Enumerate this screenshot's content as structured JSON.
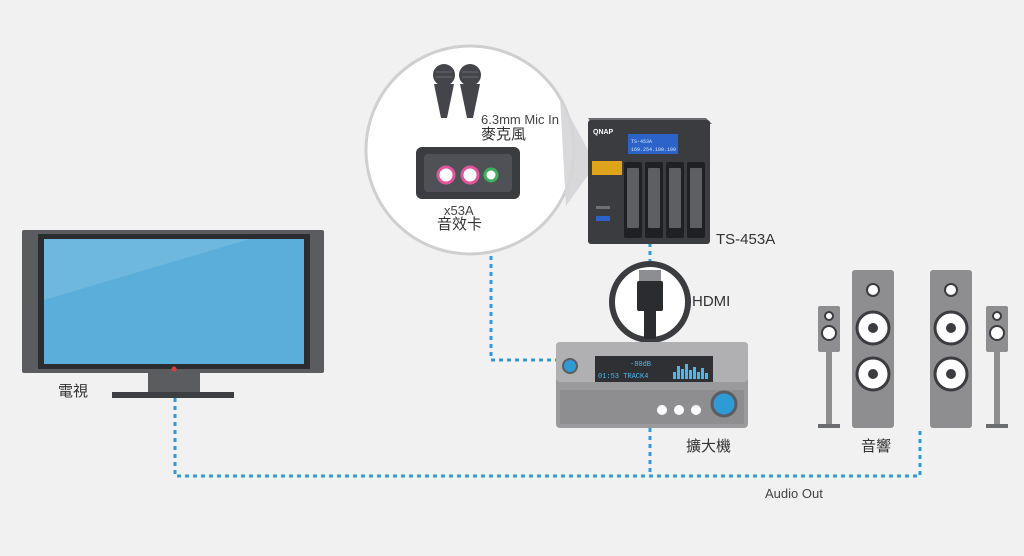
{
  "labels": {
    "mic_spec": "6.3mm Mic In",
    "mic_name": "麥克風",
    "card_model": "x53A",
    "card_name": "音效卡",
    "nas_model": "TS-453A",
    "hdmi": "HDMI",
    "tv": "電視",
    "amp": "擴大機",
    "speakers": "音響",
    "audio_out": "Audio Out"
  },
  "devices": {
    "nas_logo": "QNAP",
    "nas_lcd_line1": "TS-453A",
    "nas_lcd_line2": "169.254.100.100",
    "amp_display_line1": "-80dB",
    "amp_display_line2": "01:53 TRACK4"
  },
  "colors": {
    "connection_line": "#2e9bd6",
    "tv_screen": "#5aaed9",
    "device_gray": "#9a9a9c",
    "device_dark": "#3b3c40",
    "jack_pink": "#e0559a",
    "jack_green": "#40b060"
  }
}
